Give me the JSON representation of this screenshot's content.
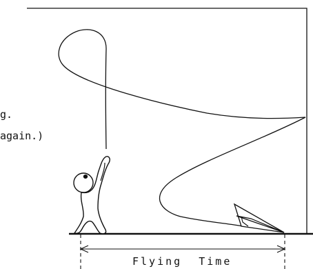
{
  "annotation": {
    "line1": "g.",
    "line2": "again.)"
  },
  "measure_label": "Flying  Time",
  "colors": {
    "ink": "#111111",
    "background": "#ffffff"
  }
}
